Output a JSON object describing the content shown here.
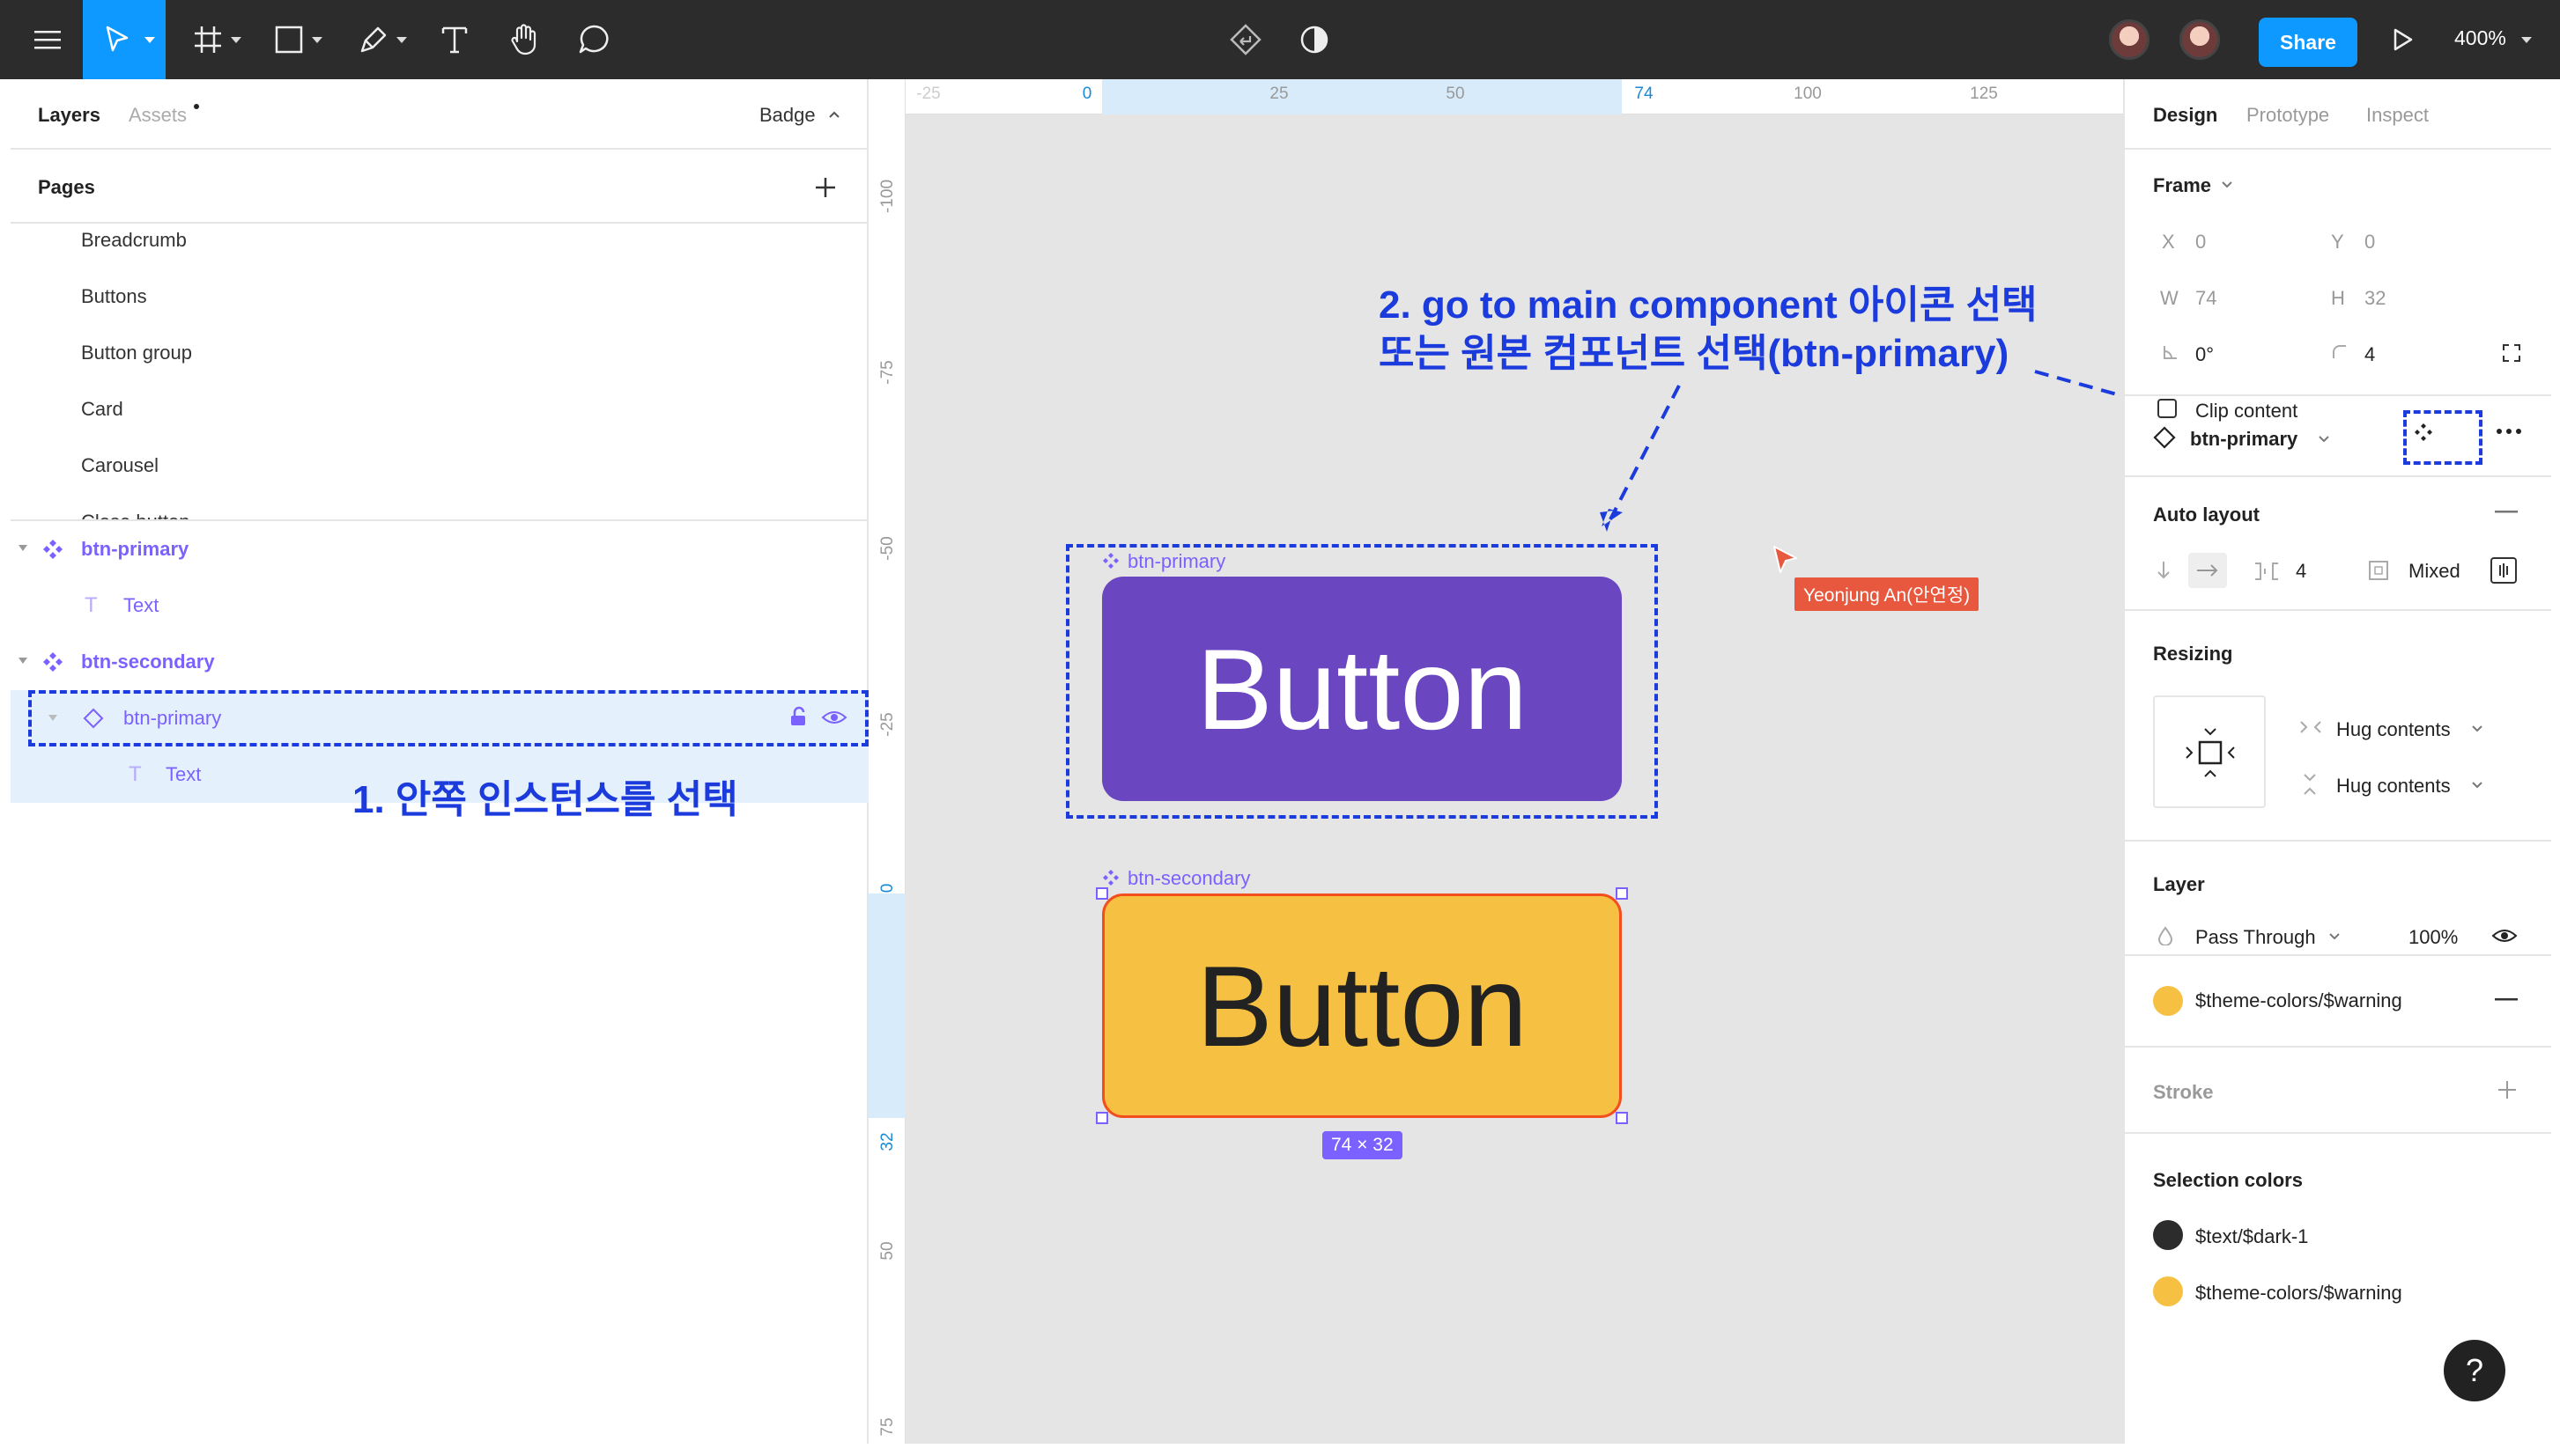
{
  "toolbar": {
    "share_label": "Share",
    "zoom": "400%",
    "colors": {
      "bg": "#2c2c2c",
      "active": "#0d99ff"
    }
  },
  "left_panel": {
    "tabs": {
      "layers": "Layers",
      "assets": "Assets",
      "page_selector": "Badge"
    },
    "pages_title": "Pages",
    "pages": [
      "Breadcrumb",
      "Buttons",
      "Button group",
      "Card",
      "Carousel",
      "Close button"
    ],
    "layers": {
      "btn_primary": "btn-primary",
      "btn_primary_text": "Text",
      "btn_secondary": "btn-secondary",
      "instance": "btn-primary",
      "instance_text": "Text"
    }
  },
  "canvas": {
    "ruler_top": [
      "-25",
      "0",
      "25",
      "50",
      "74",
      "100",
      "125"
    ],
    "ruler_left": [
      "-100",
      "-75",
      "-50",
      "-25",
      "0",
      "32",
      "50",
      "75"
    ],
    "frame_primary_label": "btn-primary",
    "frame_secondary_label": "btn-secondary",
    "button_text_primary": "Button",
    "button_text_secondary": "Button",
    "size_badge": "74 × 32",
    "collaborator_name": "Yeonjung An(안연정)",
    "annotation_1": "1. 안쪽 인스턴스를 선택",
    "annotation_2_line1": "2. go to main component 아이콘 선택",
    "annotation_2_line2": "또는 원본 컴포넌트 선택(btn-primary)",
    "colors": {
      "primary": "#6b46c1",
      "secondary": "#f6c143",
      "annotation": "#1b3bdc",
      "component": "#7b61ff"
    }
  },
  "right_panel": {
    "tabs": {
      "design": "Design",
      "prototype": "Prototype",
      "inspect": "Inspect"
    },
    "frame": {
      "title": "Frame",
      "x_label": "X",
      "x": "0",
      "y_label": "Y",
      "y": "0",
      "w_label": "W",
      "w": "74",
      "h_label": "H",
      "h": "32",
      "rotation": "0°",
      "radius": "4",
      "clip_content": "Clip content"
    },
    "component_name": "btn-primary",
    "auto_layout": {
      "title": "Auto layout",
      "spacing": "4",
      "padding": "Mixed"
    },
    "resizing": {
      "title": "Resizing",
      "horizontal": "Hug contents",
      "vertical": "Hug contents"
    },
    "layer": {
      "title": "Layer",
      "blend": "Pass Through",
      "opacity": "100%"
    },
    "fill": {
      "name": "$theme-colors/$warning",
      "color": "#f6c143"
    },
    "stroke_title": "Stroke",
    "selection_colors": {
      "title": "Selection colors",
      "items": [
        {
          "name": "$text/$dark-1",
          "color": "#2c2c2c"
        },
        {
          "name": "$theme-colors/$warning",
          "color": "#f6c143"
        }
      ]
    },
    "help": "?"
  }
}
